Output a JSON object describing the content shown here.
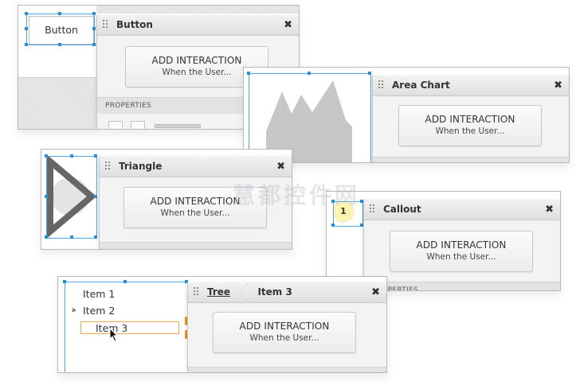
{
  "button_shot": {
    "widget_label": "Button",
    "panel": {
      "title": "Button",
      "close": "✖",
      "add_title": "ADD INTERACTION",
      "add_sub": "When the User...",
      "section": "PROPERTIES"
    }
  },
  "area_chart_shot": {
    "panel": {
      "title": "Area Chart",
      "close": "✖",
      "add_title": "ADD INTERACTION",
      "add_sub": "When the User..."
    }
  },
  "triangle_shot": {
    "panel": {
      "title": "Triangle",
      "close": "✖",
      "add_title": "ADD INTERACTION",
      "add_sub": "When the User..."
    }
  },
  "callout_shot": {
    "badge": "1",
    "panel": {
      "title": "Callout",
      "close": "✖",
      "add_title": "ADD INTERACTION",
      "add_sub": "When the User...",
      "section": "PROPERTIES"
    }
  },
  "tree_shot": {
    "items": [
      "Item 1",
      "Item 2",
      "Item 3"
    ],
    "breadcrumb_link": "Tree",
    "breadcrumb_current": "Item 3",
    "close": "✖",
    "add_title": "ADD INTERACTION",
    "add_sub": "When the User..."
  },
  "watermark": "慧都控件网",
  "colors": {
    "selection": "#4aa9e6",
    "handle": "#2b8fd6",
    "add_child": "#f0921e",
    "callout_fill": "#fdf4b0"
  }
}
